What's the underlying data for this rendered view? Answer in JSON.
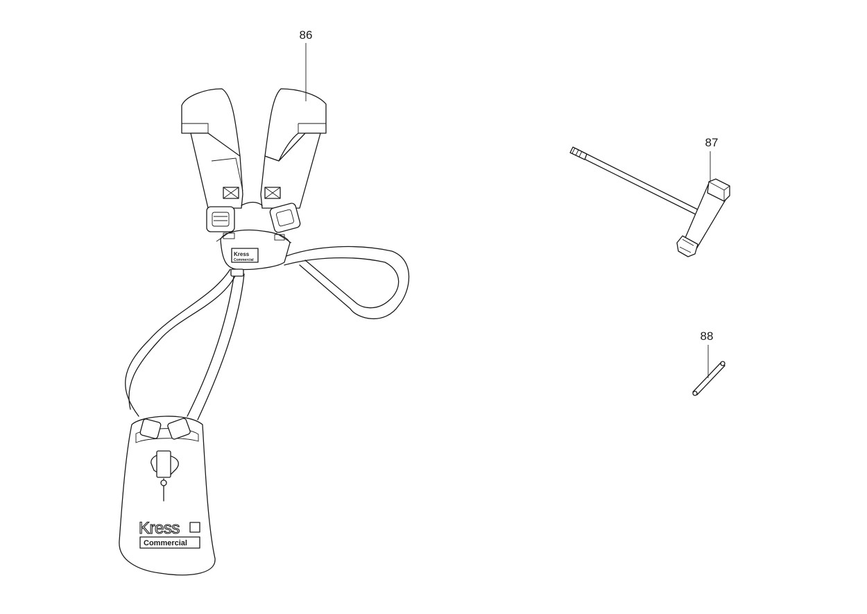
{
  "parts": [
    {
      "number": "86",
      "name": "harness"
    },
    {
      "number": "87",
      "name": "t-wrench"
    },
    {
      "number": "88",
      "name": "pin"
    }
  ],
  "logo": {
    "brand": "Kress",
    "line": "Commercial"
  },
  "colors": {
    "stroke": "#1a1a1a",
    "background": "#ffffff"
  }
}
